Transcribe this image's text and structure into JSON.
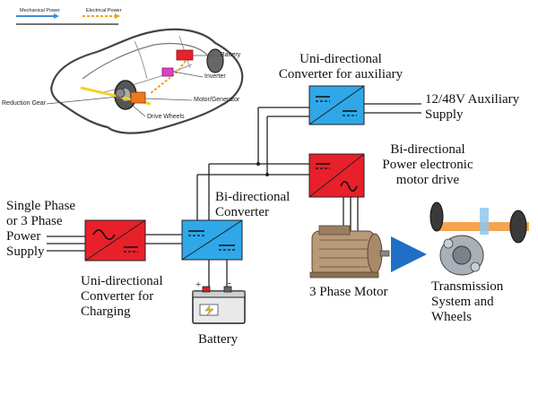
{
  "legend": {
    "mechanical": "Mechanical Power",
    "electrical": "Electrical Power",
    "mechanical_color": "#3a8fd6",
    "electrical_color": "#f0a020"
  },
  "car": {
    "battery": "Battery",
    "inverter": "Inverter",
    "motor_generator": "Motor/Generator",
    "reduction_gear": "Reduction Gear",
    "drive_wheels": "Drive Wheels"
  },
  "blocks": {
    "ac_dc_converter": {
      "line1": "Uni-directional",
      "line2": "Converter for",
      "line3": "Charging",
      "color": "#e8202a"
    },
    "bidirectional_converter": {
      "line1": "Bi-directional",
      "line2": "Converter",
      "color": "#2ea8e8"
    },
    "auxiliary_converter": {
      "line1": "Uni-directional",
      "line2": "Converter for auxiliary",
      "color": "#2ea8e8"
    },
    "motor_drive": {
      "line1": "Bi-directional",
      "line2": "Power electronic",
      "line3": "motor drive",
      "color": "#e8202a"
    }
  },
  "labels": {
    "power_supply": [
      "Single Phase",
      "or 3 Phase",
      "Power",
      "Supply"
    ],
    "auxiliary_supply": [
      "12/48V Auxiliary",
      "Supply"
    ],
    "battery": "Battery",
    "motor": "3 Phase Motor",
    "transmission": [
      "Transmission",
      "System and",
      "Wheels"
    ]
  },
  "battery_terminals": {
    "positive": "+",
    "negative": "-"
  },
  "colors": {
    "arrow": "#1f6fc6",
    "shaft": "#f59a3c",
    "wire": "#222222"
  }
}
